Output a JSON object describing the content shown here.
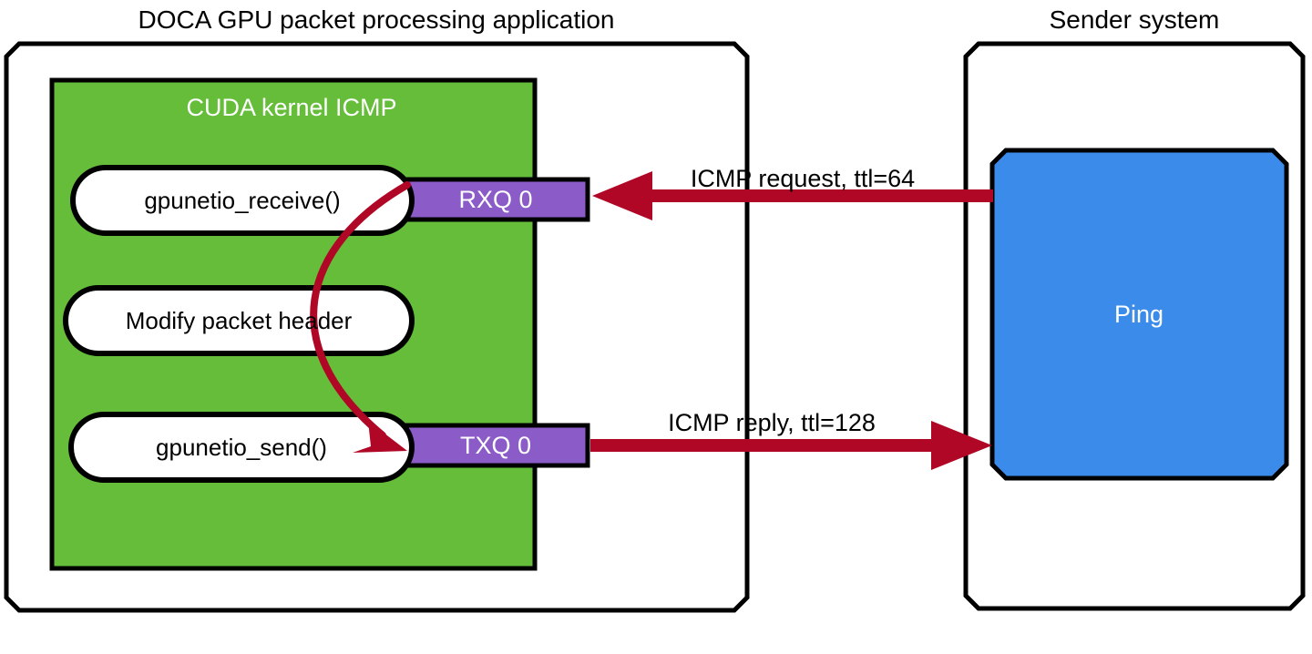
{
  "diagram": {
    "left_system": {
      "title": "DOCA GPU packet processing application",
      "kernel_panel": {
        "title": "CUDA kernel ICMP",
        "color": "#65BD3A",
        "steps": [
          {
            "label": "gpunetio_receive()"
          },
          {
            "label": "Modify packet header"
          },
          {
            "label": "gpunetio_send()"
          }
        ],
        "queues": [
          {
            "label": "RXQ 0",
            "color": "#8B5BC8"
          },
          {
            "label": "TXQ 0",
            "color": "#8B5BC8"
          }
        ],
        "internal_flow": "receive-to-send-curved-arrow"
      }
    },
    "right_system": {
      "title": "Sender system",
      "app": {
        "label": "Ping",
        "color": "#3B8BEB"
      }
    },
    "flows": [
      {
        "label": "ICMP request, ttl=64",
        "direction": "right-to-left",
        "color": "#B00726"
      },
      {
        "label": "ICMP reply, ttl=128",
        "direction": "left-to-right",
        "color": "#B00726"
      }
    ]
  }
}
